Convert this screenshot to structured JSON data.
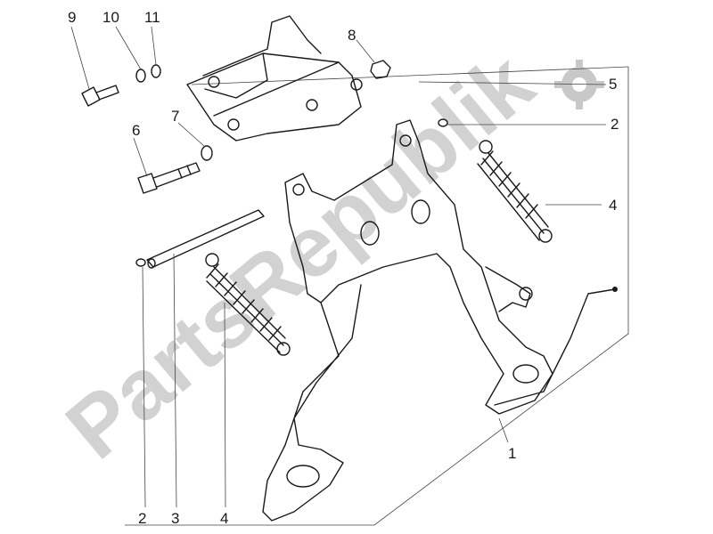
{
  "watermark": {
    "text": "PartsRepublik",
    "color": "#d2d2d2"
  },
  "callouts": {
    "c1": "1",
    "c2a": "2",
    "c2b": "2",
    "c3": "3",
    "c4a": "4",
    "c4b": "4",
    "c5": "5",
    "c6": "6",
    "c7": "7",
    "c8": "8",
    "c9": "9",
    "c10": "10",
    "c11": "11"
  },
  "colors": {
    "line": "#1a1a1a",
    "leader": "#444444",
    "background": "#ffffff"
  }
}
